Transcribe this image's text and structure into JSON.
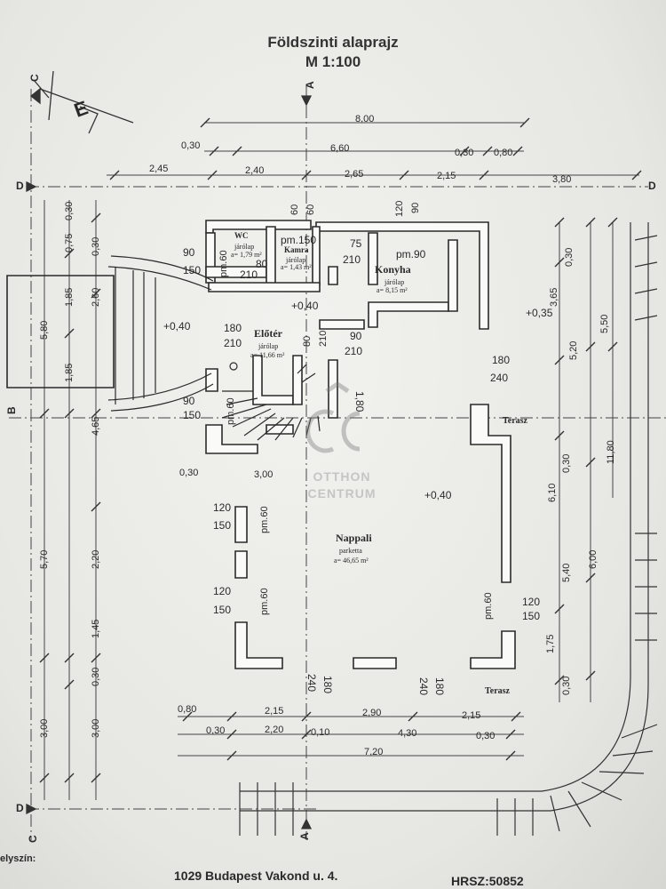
{
  "title": {
    "main": "Földszinti alaprajz",
    "scale": "M 1:100"
  },
  "footer": {
    "place_label": "elyszín:",
    "address": "1029 Budapest Vakond u. 4.",
    "hrsz": "HRSZ:50852"
  },
  "watermark": {
    "line1": "OTTHON",
    "line2": "CENTRUM",
    "logo_letters": "OC"
  },
  "section_marks": {
    "a_top": "A",
    "a_bottom": "A",
    "c_top": "C",
    "c_bottom": "C",
    "d_left": "D",
    "d_right": "D",
    "d_bottom": "D",
    "b_left": "B",
    "north": "E"
  },
  "rooms": {
    "wc": {
      "name": "WC",
      "floor": "járólap",
      "area": "a= 1,79 m²"
    },
    "kamra": {
      "name": "Kamra",
      "floor": "járólap",
      "area": "a= 1,43 m²",
      "sill": "pm.150"
    },
    "konyha": {
      "name": "Konyha",
      "floor": "járólap",
      "area": "a= 8,15 m²",
      "sill": "pm.90"
    },
    "eloter": {
      "name": "Előtér",
      "floor": "járólap",
      "area": "a= 11,66 m²"
    },
    "nappali": {
      "name": "Nappali",
      "floor": "parketta",
      "area": "a= 46,65 m²"
    },
    "terasz_top": "Terasz",
    "terasz_bottom": "Terasz"
  },
  "levels": {
    "entry": "+0,40",
    "eloter": "+0,40",
    "terrace": "+0,35",
    "nappali": "+0,40"
  },
  "top_dims": {
    "total": "8,00",
    "r2_left": "0,30",
    "r2_mid": "6,60",
    "r2_right1": "0,30",
    "r2_right2": "0,80",
    "r3_a": "2,45",
    "r3_b": "2,40",
    "r3_c": "2,65",
    "r3_d": "2,15",
    "r3_e": "3,80"
  },
  "bottom_dims": {
    "r1_a": "0,80",
    "r1_b": "2,15",
    "r1_c": "2,90",
    "r1_d": "2,15",
    "r2_a": "0,30",
    "r2_b": "2,20",
    "r2_c": "0,10",
    "r2_d": "4,30",
    "r2_e": "0,30",
    "total": "7,20"
  },
  "left_dims": {
    "d1": "0,30",
    "d2": "0,75",
    "d3": "0,30",
    "d4": "1,85",
    "d5": "2,60",
    "d6": "5,80",
    "d7": "1,85",
    "d8": "4,65",
    "d9": "5,70",
    "d10": "2,20",
    "d11": "1,45",
    "d12": "0,30",
    "d13": "3,00",
    "d14": "3,00"
  },
  "right_dims": {
    "r1": "0,30",
    "r2": "3,65",
    "r3": "5,20",
    "r4": "5,50",
    "r5": "11,80",
    "r6": "0,30",
    "r7": "6,10",
    "r8": "5,40",
    "r9": "6,00",
    "r10": "1,75",
    "r11": "0,30"
  },
  "openings": {
    "wc_door_w": "90",
    "wc_door_h": "150",
    "wc_pm": "pm.60",
    "wc_80": "80",
    "wc_210": "210",
    "top_60a": "60",
    "top_60b": "60",
    "top_120": "120",
    "top_90": "90",
    "k_75": "75",
    "k_210": "210",
    "el_180": "180",
    "el_210": "210",
    "el_80": "80",
    "el_210b": "210",
    "el_90": "90",
    "el_210c": "210",
    "st_90": "90",
    "st_150": "150",
    "st_pm60": "pm.60",
    "st_180": "1,80",
    "ter_180": "180",
    "ter_240": "240",
    "np_030": "0,30",
    "np_300": "3,00",
    "np_120a": "120",
    "np_150a": "150",
    "np_pm60a": "pm.60",
    "np_120b": "120",
    "np_150b": "150",
    "np_pm60b": "pm.60",
    "np_pm60c": "pm.60",
    "np_120c": "120",
    "np_150c": "150",
    "np_240a": "240",
    "np_180a": "180",
    "np_240b": "240",
    "np_180b": "180"
  }
}
